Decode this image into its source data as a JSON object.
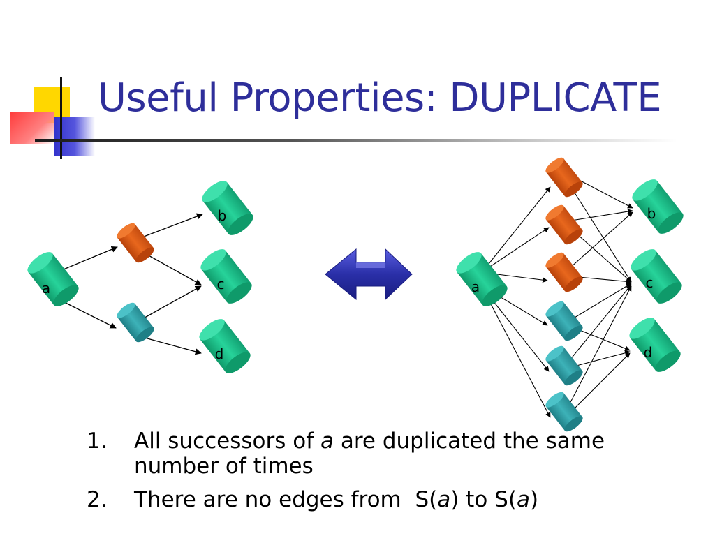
{
  "slide": {
    "title": "Useful Properties: DUPLICATE"
  },
  "colors": {
    "title": "#2E2E9A",
    "green_node": "#1FBF86",
    "orange_node": "#D85A14",
    "teal_node": "#2E9BA2",
    "arrow": "#2A2FA8"
  },
  "left_graph": {
    "nodes": {
      "a": "a",
      "b": "b",
      "c": "c",
      "d": "d"
    }
  },
  "right_graph": {
    "nodes": {
      "a": "a",
      "b": "b",
      "c": "c",
      "d": "d"
    }
  },
  "list": [
    {
      "num": "1.",
      "pre": "All successors of ",
      "it": "a",
      "post": " are duplicated the same number of times"
    },
    {
      "num": "2.",
      "pre": "There are no edges from  S(",
      "it": "a",
      "mid": ") to S(",
      "it2": "a",
      "post": ")"
    }
  ]
}
